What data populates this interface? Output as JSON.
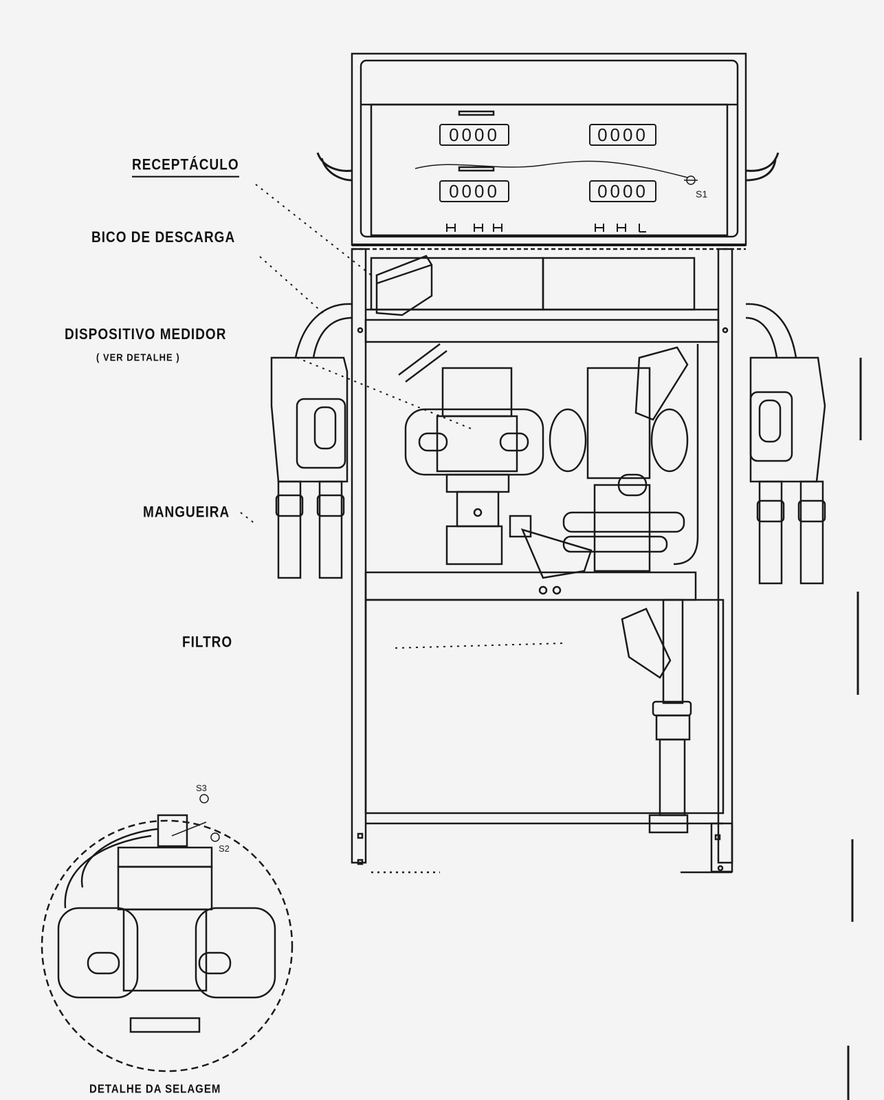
{
  "labels": {
    "receptaculo": "RECEPTÁCULO",
    "bico": "BICO DE DESCARGA",
    "dispositivo": "DISPOSITIVO MEDIDOR",
    "ver_detalhe": "( VER DETALHE )",
    "mangueira": "MANGUEIRA",
    "filtro": "FILTRO",
    "detalhe_selagem": "DETALHE DA SELAGEM"
  },
  "seal_tags": {
    "s1": "S1",
    "s2": "S2",
    "s3": "S3"
  },
  "display_digits": {
    "top_left": "0000",
    "top_right": "0000",
    "bottom_left": "0000",
    "bottom_right": "0000"
  },
  "colors": {
    "ink": "#1a1a1a",
    "paper": "#f4f4f4"
  }
}
